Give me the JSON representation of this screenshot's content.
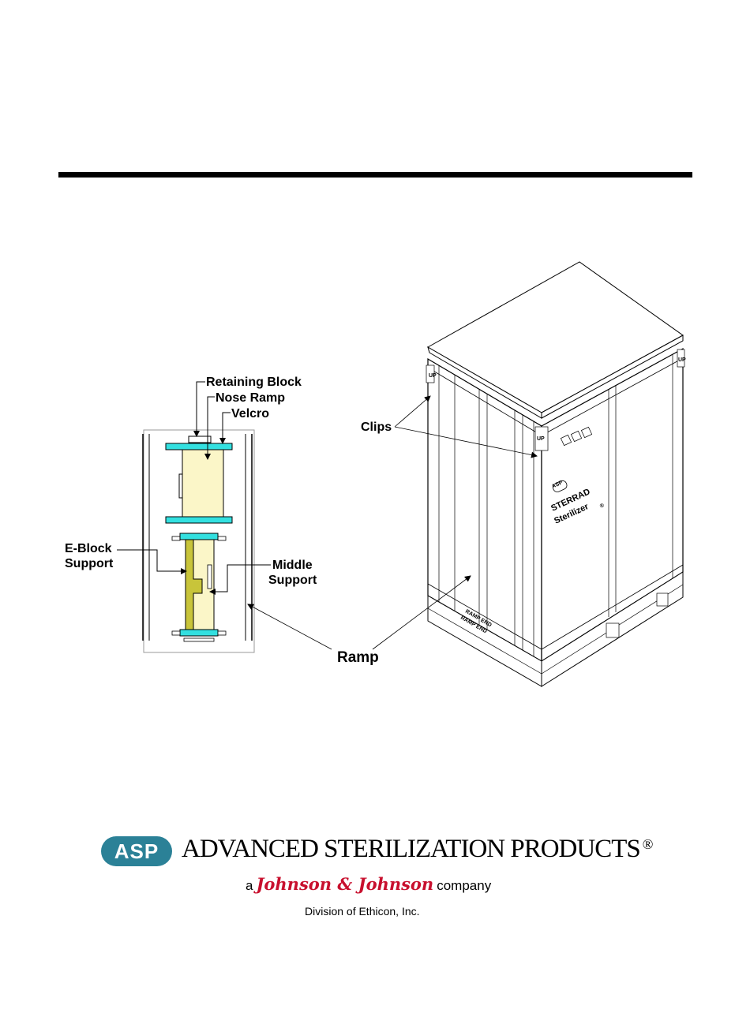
{
  "labels": {
    "retaining_block": "Retaining Block",
    "nose_ramp": "Nose Ramp",
    "velcro": "Velcro",
    "e_block_line1": "E-Block",
    "e_block_line2": "Support",
    "middle_line1": "Middle",
    "middle_line2": "Support",
    "ramp": "Ramp",
    "clips": "Clips"
  },
  "crate": {
    "brand_badge": "ASP",
    "product_line1": "STERRAD",
    "product_line2": "Sterilizer",
    "registered_mark": "®",
    "ramp_end_1": "RAMP END",
    "ramp_end_2": "RAMP END",
    "up_label": "UP"
  },
  "footer": {
    "logo_text": "ASP",
    "company_name": "ADVANCED STERILIZATION PRODUCTS",
    "registered_mark": "®",
    "jj_prefix": "a",
    "jj_brand": "Johnson & Johnson",
    "jj_suffix": "company",
    "division": "Division of Ethicon, Inc."
  },
  "colors": {
    "cyan_block": "#33e0e0",
    "cream_ramp": "#fbf6c8",
    "olive_support": "#c8c43a",
    "asp_teal": "#2b8197",
    "jj_red": "#c8102e"
  }
}
